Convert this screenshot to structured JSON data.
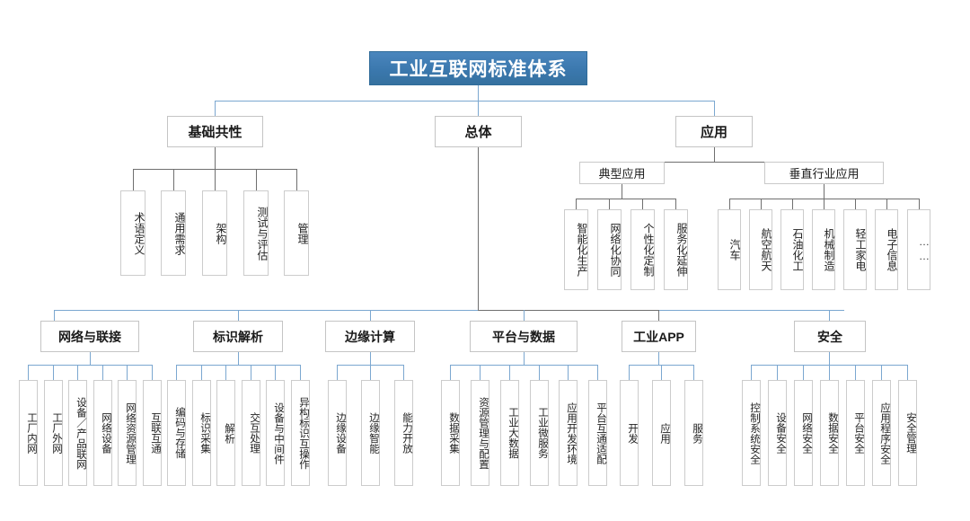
{
  "diagram": {
    "type": "tree",
    "title": "工业互联网标准体系",
    "root": {
      "label": "工业互联网标准体系"
    },
    "level2": [
      {
        "id": "jcgx",
        "label": "基础共性"
      },
      {
        "id": "zt",
        "label": "总体"
      },
      {
        "id": "yy",
        "label": "应用"
      }
    ],
    "jichu_children": [
      {
        "label": "术语定义"
      },
      {
        "label": "通用需求"
      },
      {
        "label": "架构"
      },
      {
        "label": "测试与评估"
      },
      {
        "label": "管理"
      }
    ],
    "yingyong_groups": [
      {
        "label": "典型应用",
        "children": [
          {
            "label": "智能化生产"
          },
          {
            "label": "网络化协同"
          },
          {
            "label": "个性化定制"
          },
          {
            "label": "服务化延伸"
          }
        ]
      },
      {
        "label": "垂直行业应用",
        "children": [
          {
            "label": "汽车"
          },
          {
            "label": "航空航天"
          },
          {
            "label": "石油化工"
          },
          {
            "label": "机械制造"
          },
          {
            "label": "轻工家电"
          },
          {
            "label": "电子信息"
          },
          {
            "label": "……"
          }
        ]
      }
    ],
    "categories": [
      {
        "label": "网络与联接",
        "children": [
          {
            "label": "工厂内网"
          },
          {
            "label": "工厂外网"
          },
          {
            "label": "设备／产品联网"
          },
          {
            "label": "网络设备"
          },
          {
            "label": "网络资源管理"
          },
          {
            "label": "互联互通"
          }
        ]
      },
      {
        "label": "标识解析",
        "children": [
          {
            "label": "编码与存储"
          },
          {
            "label": "标识采集"
          },
          {
            "label": "解析"
          },
          {
            "label": "交互处理"
          },
          {
            "label": "设备与中间件"
          },
          {
            "label": "异构标识互操作"
          }
        ]
      },
      {
        "label": "边缘计算",
        "children": [
          {
            "label": "边缘设备"
          },
          {
            "label": "边缘智能"
          },
          {
            "label": "能力开放"
          }
        ]
      },
      {
        "label": "平台与数据",
        "children": [
          {
            "label": "数据采集"
          },
          {
            "label": "资源管理与配置"
          },
          {
            "label": "工业大数据"
          },
          {
            "label": "工业微服务"
          },
          {
            "label": "应用开发环境"
          },
          {
            "label": "平台互通适配"
          }
        ]
      },
      {
        "label": "工业APP",
        "children": [
          {
            "label": "开发"
          },
          {
            "label": "应用"
          },
          {
            "label": "服务"
          }
        ]
      },
      {
        "label": "安全",
        "children": [
          {
            "label": "控制系统安全"
          },
          {
            "label": "设备安全"
          },
          {
            "label": "网络安全"
          },
          {
            "label": "数据安全"
          },
          {
            "label": "平台安全"
          },
          {
            "label": "应用程序安全"
          },
          {
            "label": "安全管理"
          }
        ]
      }
    ],
    "colors": {
      "title_fill": "#3b78ae",
      "title_text": "#ffffff",
      "box_border": "#bfbfbf",
      "connector_gray": "#6f6f6f",
      "connector_blue": "#7ba7d0",
      "background": "#ffffff",
      "text": "#1a1a1a"
    }
  }
}
